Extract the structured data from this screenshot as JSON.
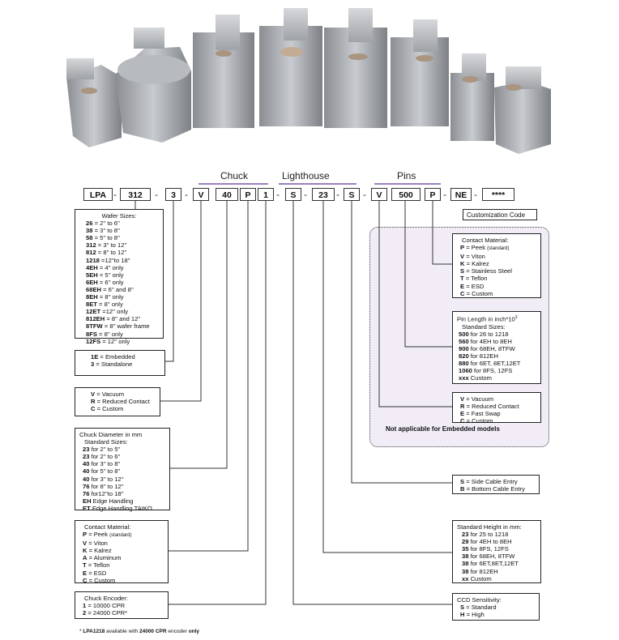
{
  "header": {
    "chuck": "Chuck",
    "lighthouse": "Lighthouse",
    "pins": "Pins"
  },
  "code_segments": [
    "LPA",
    "312",
    "3",
    "V",
    "40",
    "P",
    "1",
    "S",
    "23",
    "S",
    "V",
    "500",
    "P",
    "NE",
    "****"
  ],
  "customization": "Customization Code",
  "wafer": {
    "title": "Wafer Sizes:",
    "rows": [
      {
        "k": "26",
        "v": " = 2'' to  6''"
      },
      {
        "k": "38",
        "v": " = 3'' to  8''"
      },
      {
        "k": "58",
        "v": " = 5'' to  8''"
      },
      {
        "k": "312",
        "v": " = 3'' to 12''"
      },
      {
        "k": "812",
        "v": " = 8'' to 12''"
      },
      {
        "k": "1218",
        "v": " =12''to 18''"
      },
      {
        "k": "4EH",
        "v": " = 4''  only"
      },
      {
        "k": "5EH",
        "v": " = 5''  only"
      },
      {
        "k": "6EH",
        "v": " = 6''  only"
      },
      {
        "k": "68EH",
        "v": " = 6''  and 8''"
      },
      {
        "k": "8EH",
        "v": " = 8''  only"
      },
      {
        "k": "8ET",
        "v": " = 8''  only"
      },
      {
        "k": "12ET",
        "v": " =12''  only"
      },
      {
        "k": "812EH",
        "v": " = 8'' and 12''"
      },
      {
        "k": "8TFW",
        "v": " = 8'' wafer frame"
      },
      {
        "k": "8FS",
        "v": " = 8'' only"
      },
      {
        "k": "12FS",
        "v": " = 12'' only"
      }
    ]
  },
  "mount": {
    "rows": [
      {
        "k": "1E",
        "v": " = Embedded"
      },
      {
        "k": "3",
        "v": " = Standalone"
      }
    ]
  },
  "chuck_type": {
    "rows": [
      {
        "k": "V",
        "v": " = Vacuum"
      },
      {
        "k": "R",
        "v": " = Reduced Contact"
      },
      {
        "k": "C",
        "v": " = Custom"
      }
    ]
  },
  "chuck_diam": {
    "title": "Chuck Diameter in mm",
    "subtitle": "Standard Sizes:",
    "rows": [
      {
        "k": "23",
        "v": " for 2'' to  5''"
      },
      {
        "k": "23",
        "v": " for 2'' to  6''"
      },
      {
        "k": "40",
        "v": " for 3'' to  8''"
      },
      {
        "k": "40",
        "v": " for 5'' to  8''"
      },
      {
        "k": "40",
        "v": " for 3'' to 12''"
      },
      {
        "k": "76",
        "v": " for 8'' to 12''"
      },
      {
        "k": "76",
        "v": " for12''to 18''"
      },
      {
        "k": "EH",
        "v": " Edge Handling"
      },
      {
        "k": "ET",
        "v": " Edge Handling TAIKO"
      }
    ]
  },
  "contact_left": {
    "title": "Contact Material:",
    "rows": [
      {
        "k": "P",
        "v": " = Peek ",
        "s": "(standard)"
      },
      {
        "k": "V",
        "v": " = Viton"
      },
      {
        "k": "K",
        "v": " = Kalrez"
      },
      {
        "k": "A",
        "v": " = Aluminum"
      },
      {
        "k": "T",
        "v": " = Teflon"
      },
      {
        "k": "E",
        "v": " = ESD"
      },
      {
        "k": "C",
        "v": " = Custom"
      }
    ]
  },
  "encoder": {
    "title": "Chuck Encoder:",
    "rows": [
      {
        "k": "1",
        "v": " = 10000 CPR"
      },
      {
        "k": "2",
        "v": " = 24000 CPR*"
      }
    ]
  },
  "contact_right": {
    "title": "Contact Material:",
    "rows": [
      {
        "k": "P",
        "v": " = Peek ",
        "s": "(standard)"
      },
      {
        "k": "V",
        "v": " = Viton"
      },
      {
        "k": "K",
        "v": " = Kalrez"
      },
      {
        "k": "S",
        "v": " = Stainless Steel"
      },
      {
        "k": "T",
        "v": " = Teflon"
      },
      {
        "k": "E",
        "v": " = ESD"
      },
      {
        "k": "C",
        "v": " = Custom"
      }
    ]
  },
  "pin_length": {
    "title": "Pin Length in inch*10",
    "title_sup": "3",
    "subtitle": "Standard Sizes:",
    "rows": [
      {
        "k": "500",
        "v": " for 26 to  1218"
      },
      {
        "k": "560",
        "v": " for 4EH to 8EH"
      },
      {
        "k": "900",
        "v": " for 68EH, 8TFW"
      },
      {
        "k": "820",
        "v": " for 812EH"
      },
      {
        "k": "880",
        "v": " for 6ET, 8ET,12ET"
      },
      {
        "k": "1060",
        "v": " for 8FS, 12FS"
      },
      {
        "k": "xxx",
        "v": " Custom"
      }
    ]
  },
  "pin_type": {
    "rows": [
      {
        "k": "V",
        "v": " = Vacuum"
      },
      {
        "k": "R",
        "v": " = Reduced Contact"
      },
      {
        "k": "E",
        "v": " = Fast Swap"
      },
      {
        "k": "C",
        "v": " = Custom"
      }
    ]
  },
  "not_applicable": "Not applicable for Embedded models",
  "cable": {
    "rows": [
      {
        "k": "S",
        "v": " = Side Cable Entry"
      },
      {
        "k": "B",
        "v": " = Bottom Cable Entry"
      }
    ]
  },
  "height": {
    "title": "Standard Height in mm:",
    "rows": [
      {
        "k": "23",
        "v": " for 25 to 1218"
      },
      {
        "k": "29",
        "v": " for 4EH to 8EH"
      },
      {
        "k": "35",
        "v": " for 8FS, 12FS"
      },
      {
        "k": "38",
        "v": " for 68EH, 8TFW"
      },
      {
        "k": "38",
        "v": " for 6ET,8ET,12ET"
      },
      {
        "k": "38",
        "v": " for 812EH"
      },
      {
        "k": "xx",
        "v": " Custom"
      }
    ]
  },
  "ccd": {
    "title": "CCD Sensitivity:",
    "rows": [
      {
        "k": "S",
        "v": " = Standard"
      },
      {
        "k": "H",
        "v": " = High"
      }
    ]
  },
  "footnote": {
    "star": "* ",
    "model": "LPA1218",
    "mid": " available with ",
    "cpr": "24000 CPR",
    "enc": " encoder ",
    "only": "only"
  }
}
